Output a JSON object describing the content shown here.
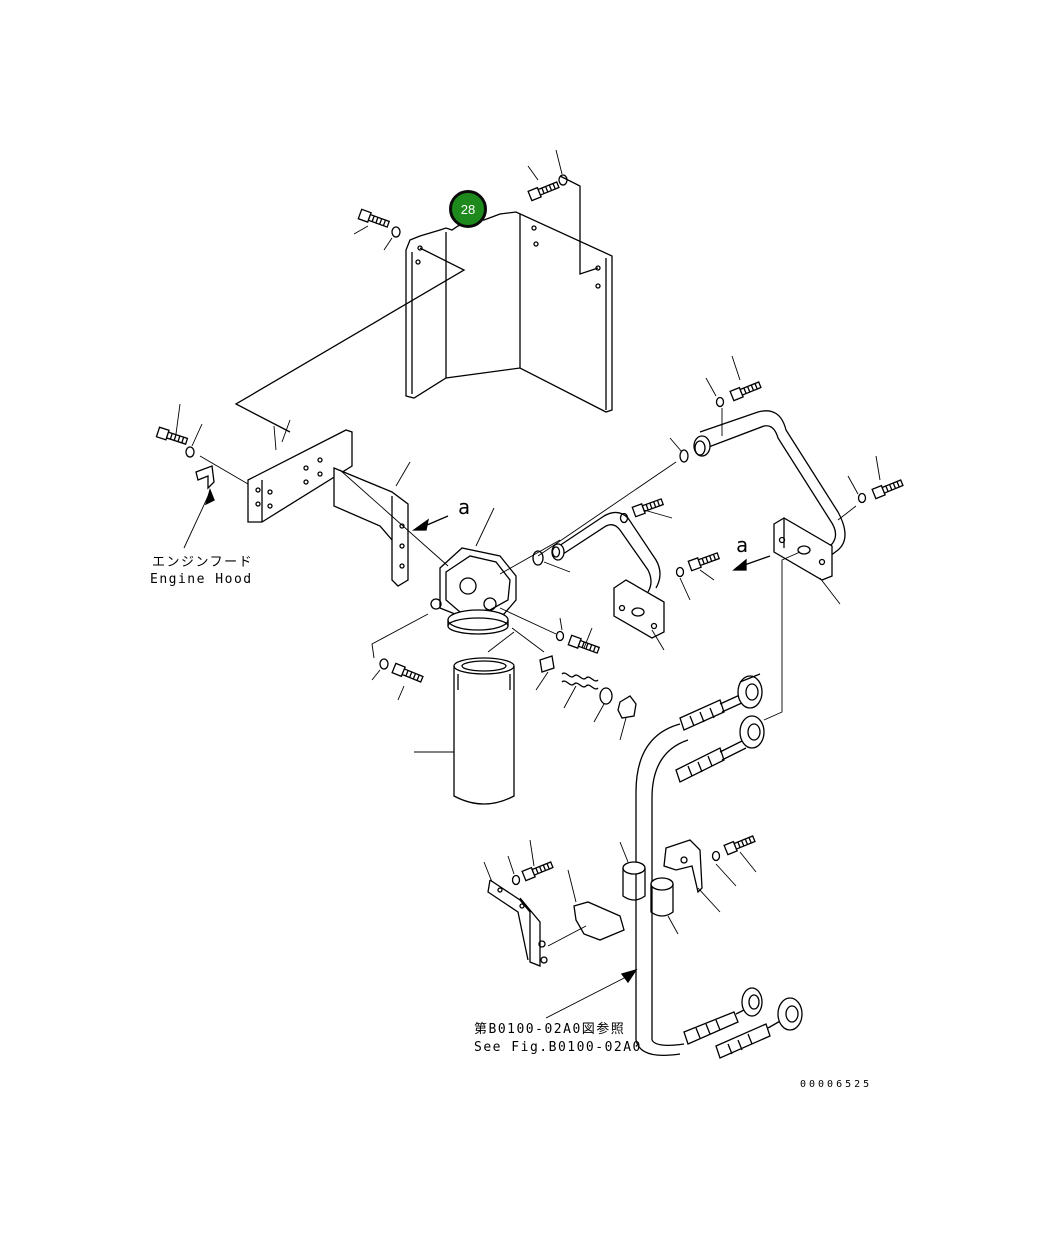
{
  "callout": {
    "number": "28",
    "color": "#1e8a1e"
  },
  "labels": {
    "view_a_left": "a",
    "view_a_right": "a",
    "engine_hood_jp": "エンジンフード",
    "engine_hood_en": "Engine Hood",
    "see_fig_jp": "第B0100-02A0図参照",
    "see_fig_en": "See Fig.B0100-02A0",
    "drawing_number": "00006525"
  },
  "colors": {
    "line": "#000000",
    "background": "#ffffff"
  }
}
